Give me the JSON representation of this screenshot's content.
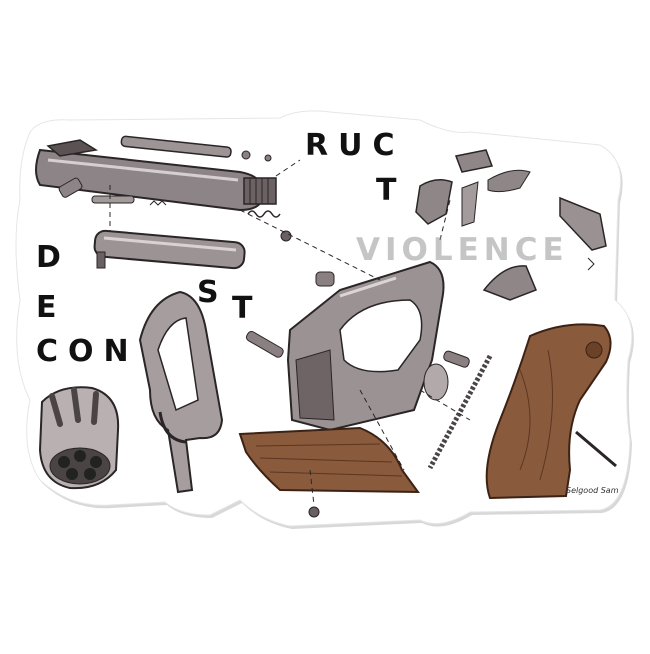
{
  "words": {
    "ruc": "RUC",
    "t": "T",
    "d": "D",
    "e": "E",
    "con": "CON",
    "s": "S",
    "t2": "T",
    "violence": "VIOLENCE"
  },
  "signature": "Selgood Sam",
  "colors": {
    "sticker_outline": "#ffffff",
    "shadow": "#d8d8d8",
    "metal": "#9a8f90",
    "metal_dark": "#4a4445",
    "wood": "#8a5a3c",
    "wood_dark": "#5b3621",
    "ink": "#111111"
  }
}
